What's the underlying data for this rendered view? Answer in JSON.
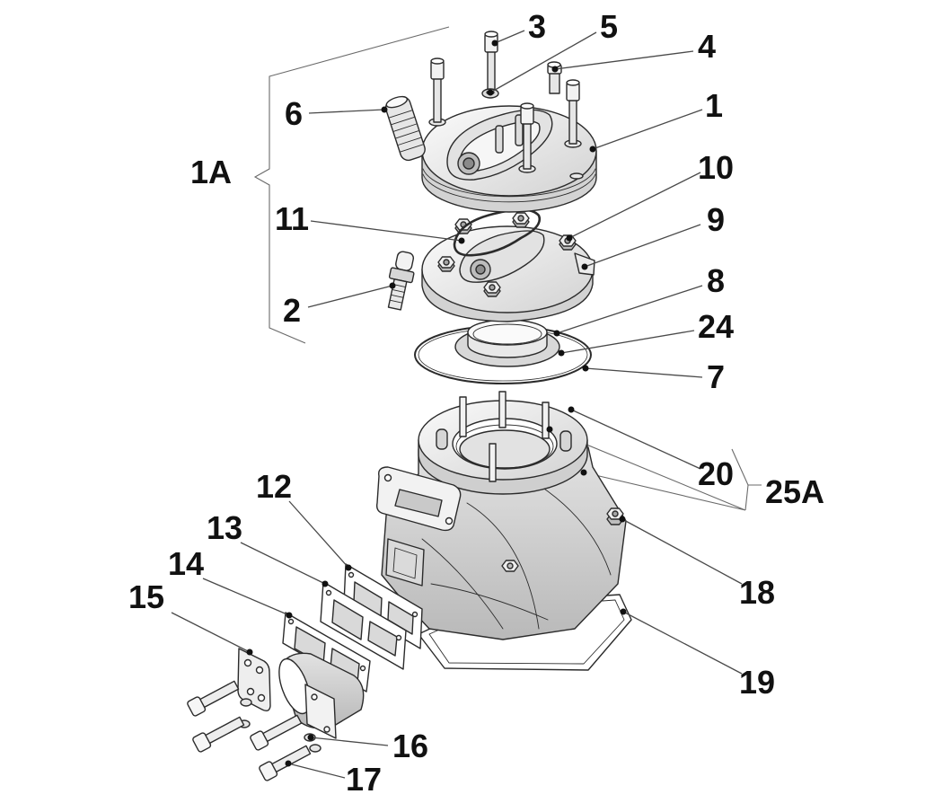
{
  "callouts": {
    "part_1": "1",
    "part_2": "2",
    "part_3": "3",
    "part_4": "4",
    "part_5": "5",
    "part_6": "6",
    "part_7": "7",
    "part_8": "8",
    "part_9": "9",
    "part_10": "10",
    "part_11": "11",
    "part_12": "12",
    "part_13": "13",
    "part_14": "14",
    "part_15": "15",
    "part_16": "16",
    "part_17": "17",
    "part_18": "18",
    "part_19": "19",
    "part_20": "20",
    "part_24": "24"
  },
  "assemblies": {
    "head_assembly": "1A",
    "cylinder_assembly": "25A"
  },
  "colors": {
    "linework": "#2b2b2b",
    "callout_text": "#111111",
    "background": "#ffffff"
  }
}
